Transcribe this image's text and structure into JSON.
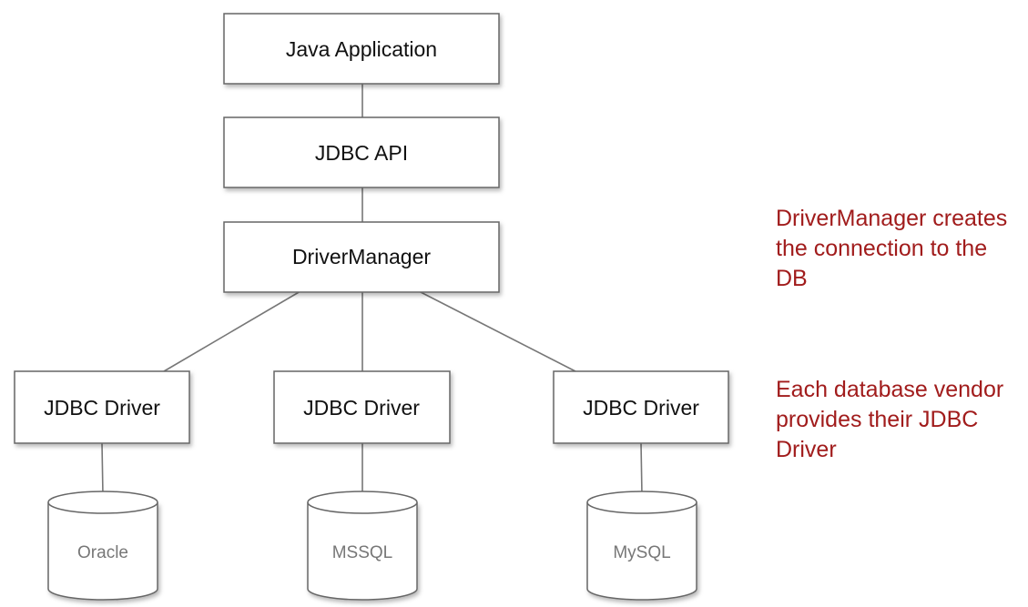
{
  "colors": {
    "box_border": "#666666",
    "box_fill": "#ffffff",
    "connector": "#777777",
    "note_text": "#a11c1c",
    "db_label": "#777777"
  },
  "boxes": {
    "java_application": "Java Application",
    "jdbc_api": "JDBC API",
    "driver_manager": "DriverManager",
    "drivers": [
      "JDBC Driver",
      "JDBC Driver",
      "JDBC Driver"
    ]
  },
  "databases": [
    "Oracle",
    "MSSQL",
    "MySQL"
  ],
  "notes": {
    "driver_manager": [
      "DriverManager creates",
      "the connection to the",
      "DB"
    ],
    "vendors": [
      "Each database vendor",
      "provides their JDBC",
      "Driver"
    ]
  }
}
